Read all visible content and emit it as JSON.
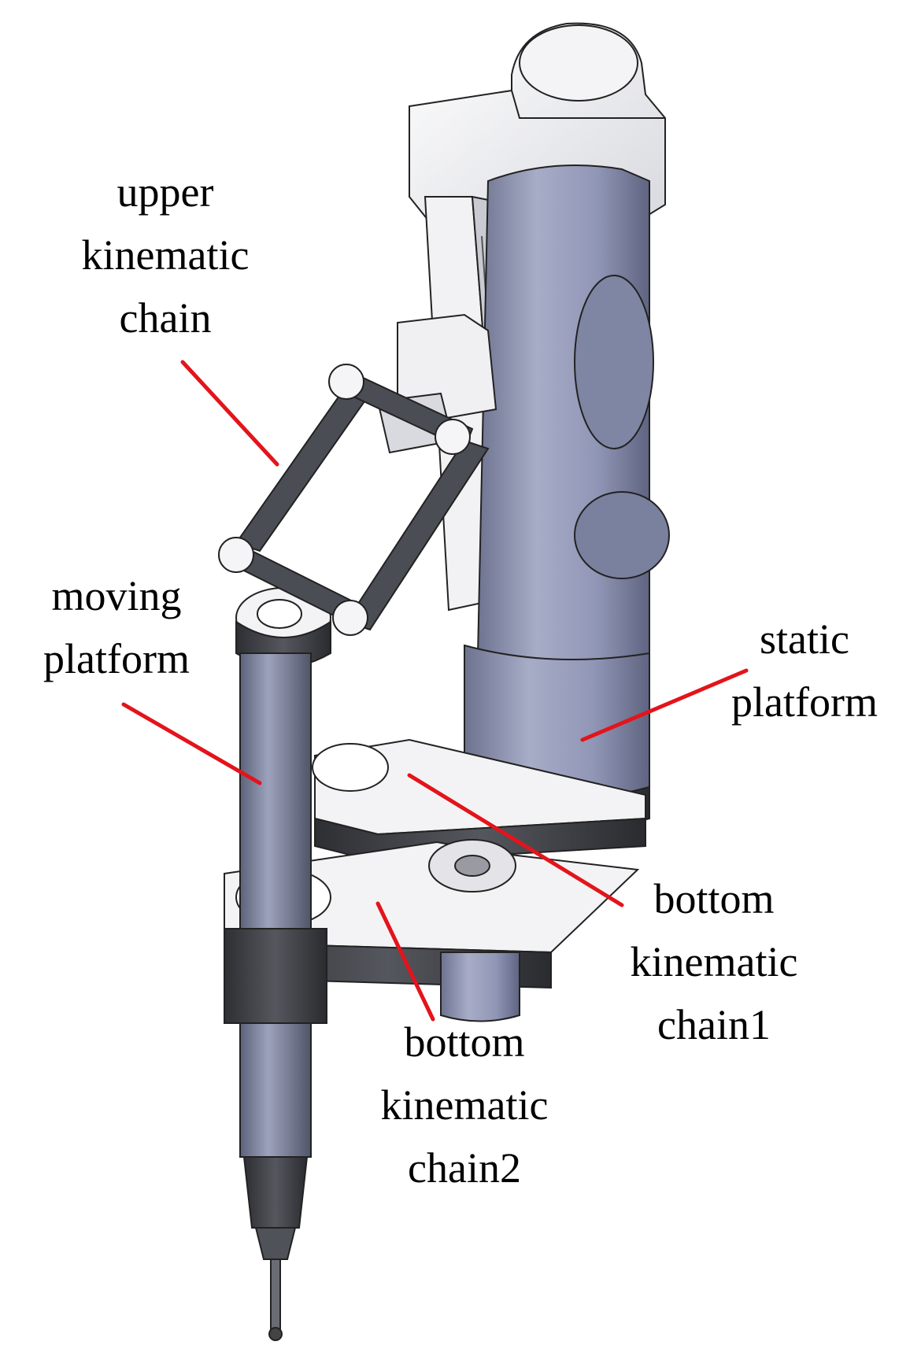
{
  "colors": {
    "leader_line": "#e3141b",
    "body_blue": "#8d94b5",
    "body_light": "#b6bbd4",
    "dark_ring": "#3f4045",
    "white_part": "#f1f1f3",
    "outline": "#222222"
  },
  "labels": {
    "upper_kinematic_chain": [
      "upper",
      "kinematic",
      "chain"
    ],
    "moving_platform": [
      "moving",
      "platform"
    ],
    "static_platform": [
      "static",
      "platform"
    ],
    "bottom_kinematic_chain1": [
      "bottom",
      "kinematic",
      "chain1"
    ],
    "bottom_kinematic_chain2": [
      "bottom",
      "kinematic",
      "chain2"
    ]
  }
}
